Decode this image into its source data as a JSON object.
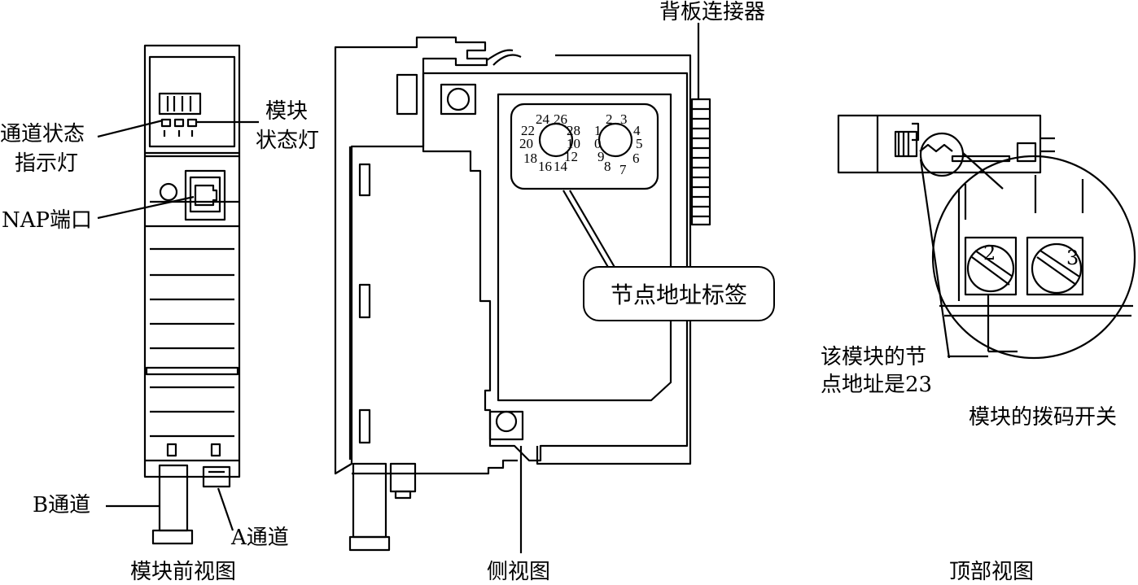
{
  "front_view": {
    "caption": "模块前视图",
    "label_channel_status": [
      "通道状态",
      "指示灯"
    ],
    "label_module_status": [
      "模块",
      "状态灯"
    ],
    "label_nap_port": "NAP端口",
    "label_channel_b": "B通道",
    "label_channel_a": "A通道"
  },
  "side_view": {
    "caption": "侧视图",
    "label_backplane_connector": "背板连接器",
    "label_node_address": "节点地址标签",
    "dial_left_numbers": [
      "24",
      "26",
      "22",
      "28",
      "20",
      "10",
      "18",
      "12",
      "16",
      "14"
    ],
    "dial_right_numbers": [
      "2",
      "3",
      "1",
      "4",
      "0",
      "5",
      "9",
      "6",
      "8",
      "7"
    ]
  },
  "top_view": {
    "caption": "顶部视图",
    "label_node_address_is": [
      "该模块的节",
      "点地址是23"
    ],
    "label_dip_switch": "模块的拨码开关",
    "switch_digits": [
      "2",
      "3"
    ]
  }
}
